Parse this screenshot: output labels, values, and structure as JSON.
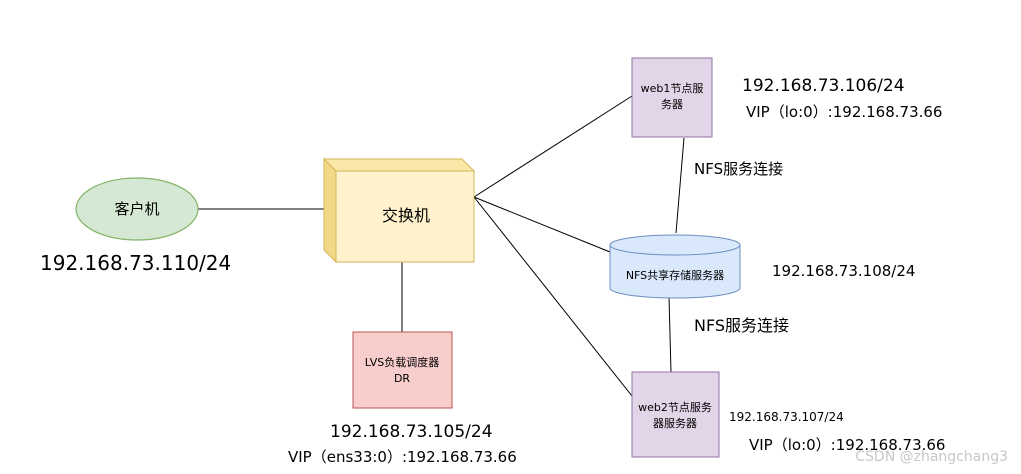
{
  "nodes": {
    "client": {
      "label": "客户机",
      "ip": "192.168.73.110/24",
      "fill": "#d5e8d4",
      "stroke": "#82b366"
    },
    "switch": {
      "label": "交换机",
      "fill": "#fff2cc",
      "stroke": "#d6b656"
    },
    "lvs": {
      "label_line1": "LVS负载调度器",
      "label_line2": "DR",
      "ip": "192.168.73.105/24",
      "vip": "VIP（ens33:0）:192.168.73.66",
      "fill": "#f8cecc",
      "stroke": "#b85450"
    },
    "web1": {
      "label_line1": "web1节点服",
      "label_line2": "务器",
      "ip": "192.168.73.106/24",
      "vip": "VIP（lo:0）:192.168.73.66",
      "fill": "#e1d5e7",
      "stroke": "#9673a6"
    },
    "nfs": {
      "label": "NFS共享存储服务器",
      "ip": "192.168.73.108/24",
      "fill": "#dae8fc",
      "stroke": "#6c8ebf"
    },
    "web2": {
      "label_line1": "web2节点服务",
      "label_line2": "器服务器",
      "ip": "192.168.73.107/24",
      "vip": "VIP（lo:0）:192.168.73.66",
      "fill": "#e1d5e7",
      "stroke": "#9673a6"
    }
  },
  "edges": {
    "web1_nfs_label": "NFS服务连接",
    "nfs_web2_label": "NFS服务连接"
  },
  "watermark": "CSDN @zhangchang3"
}
